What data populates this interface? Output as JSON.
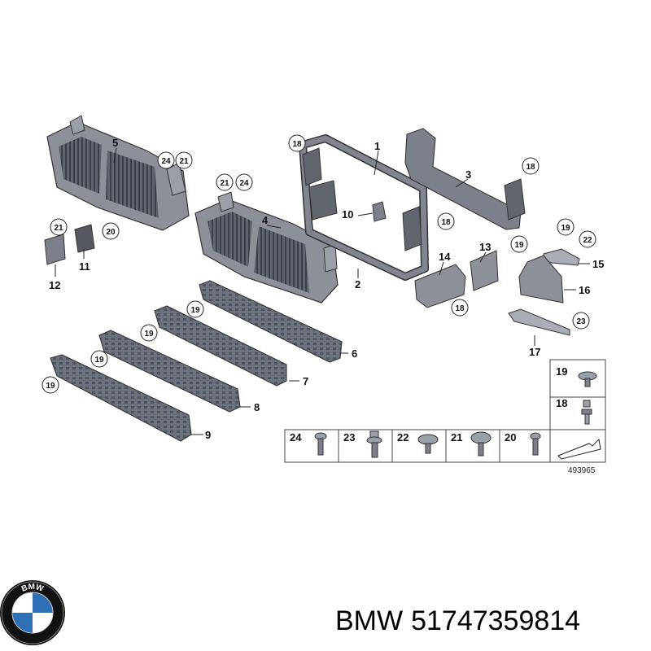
{
  "diagram": {
    "callouts": [
      "1",
      "2",
      "3",
      "4",
      "5",
      "6",
      "7",
      "8",
      "9",
      "10",
      "11",
      "12",
      "13",
      "14",
      "15",
      "16",
      "17"
    ],
    "circled": [
      "18",
      "19",
      "20",
      "21",
      "22",
      "23",
      "24"
    ],
    "fastener_legend": [
      "24",
      "23",
      "22",
      "21",
      "20",
      "19",
      "18"
    ],
    "reference_number": "493965"
  },
  "footer": {
    "brand": "BMW",
    "part_number": "51747359814",
    "logo_text": "BMW"
  },
  "colors": {
    "part_fill": "#6e7480",
    "part_dark": "#3d424b",
    "part_light": "#a9aeb6",
    "line": "#222222"
  }
}
